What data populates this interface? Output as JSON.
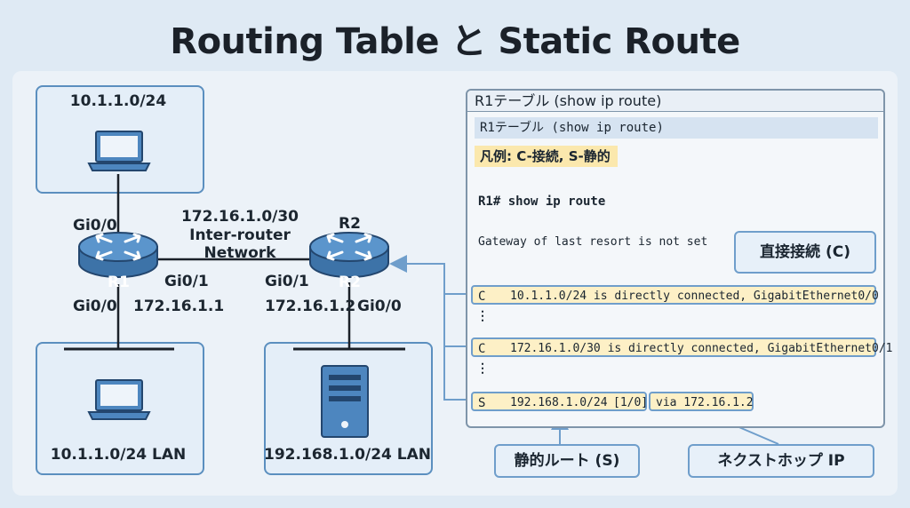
{
  "title": "Routing Table と Static Route",
  "topology": {
    "top_lan_subnet": "10.1.1.0/24",
    "bottom_left_lan": "10.1.1.0/24 LAN",
    "bottom_right_lan": "192.168.1.0/24 LAN",
    "link_subnet": "172.16.1.0/30",
    "link_desc_1": "Inter-router",
    "link_desc_2": "Network",
    "r1": {
      "name": "R1",
      "if_top": "Gi0/0",
      "if_right": "Gi0/1",
      "if_bottom": "Gi0/0",
      "ip": "172.16.1.1"
    },
    "r2": {
      "name": "R2",
      "label_above": "R2",
      "if_left": "Gi0/1",
      "if_bottom": "Gi0/0",
      "ip": "172.16.1.2"
    }
  },
  "terminal": {
    "window_title": "R1テーブル (show ip route)",
    "sub_title": "R1テーブル (show ip route)",
    "legend": "凡例: C-接続, S-静的",
    "prompt": "R1# show ip route",
    "gateway_line": "Gateway of last resort is not set",
    "ellipsis": "⋮",
    "routes": [
      {
        "code": "C",
        "text": "10.1.1.0/24 is directly connected, GigabitEthernet0/0"
      },
      {
        "code": "C",
        "text": "172.16.1.0/30 is directly connected, GigabitEthernet0/1"
      },
      {
        "code": "S",
        "prefix": "192.168.1.0/24",
        "ad": "[1/0]",
        "via": "via 172.16.1.2"
      }
    ]
  },
  "callouts": {
    "connected": "直接接続 (C)",
    "static": "静的ルート (S)",
    "nexthop": "ネクストホップ IP"
  },
  "colors": {
    "router": "#4d86bf",
    "accent_border": "#6f9ecb",
    "highlight": "#fdf0c6"
  }
}
